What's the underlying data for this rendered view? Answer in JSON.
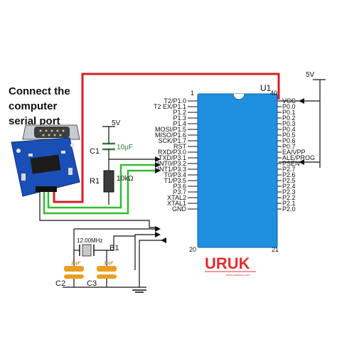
{
  "caption": {
    "line1": "Connect the",
    "line2": "computer",
    "line3": "serial port"
  },
  "chip": {
    "designator": "U1",
    "pin1": "1",
    "pin40": "40",
    "pin20": "20",
    "pin21": "21",
    "left_pins": [
      "T2/P1.0",
      "T2 EX/P1.1",
      "P1.2",
      "P1.3",
      "P1.4",
      "MOSI/P1.5",
      "MISO/P1.6",
      "SCK/P1.7",
      "RST",
      "RXD/P3.0",
      "TXD/P3.1",
      "INT0/P3.2",
      "INT1/P3.3",
      "T0/P3.4",
      "T1/P3.5",
      "P3.6",
      "P3.7",
      "XTAL2",
      "XTAL1",
      "GND"
    ],
    "right_pins": [
      "VCC",
      "P0.0",
      "P0.1",
      "P0.2",
      "P0.3",
      "P0.4",
      "P0.5",
      "P0.6",
      "P0.7",
      "EA/VPP",
      "ALE/PROG",
      "PSEN",
      "P2.7",
      "P2.6",
      "P2.5",
      "P2.4",
      "P2.3",
      "P2.2",
      "P2.1",
      "P2.0"
    ],
    "body_color": "#1f8fe0"
  },
  "components": {
    "vcc_top": "5V",
    "vcc_right": "5V",
    "c1_label": "C1",
    "c1_value": "10μF",
    "r1_label": "R1",
    "r1_value": "10kΩ",
    "crystal_freq": "12.00MHz",
    "b1_label": "B1",
    "c2_label": "C2",
    "c3_label": "C3",
    "c2_value": "30pF",
    "c3_value": "30pF"
  },
  "logo": {
    "text": "URUK",
    "subtext": "www.uruktech.com",
    "color": "#e03030"
  },
  "wire_colors": {
    "red": "#d42020",
    "green": "#33bb33",
    "black": "#111111"
  }
}
